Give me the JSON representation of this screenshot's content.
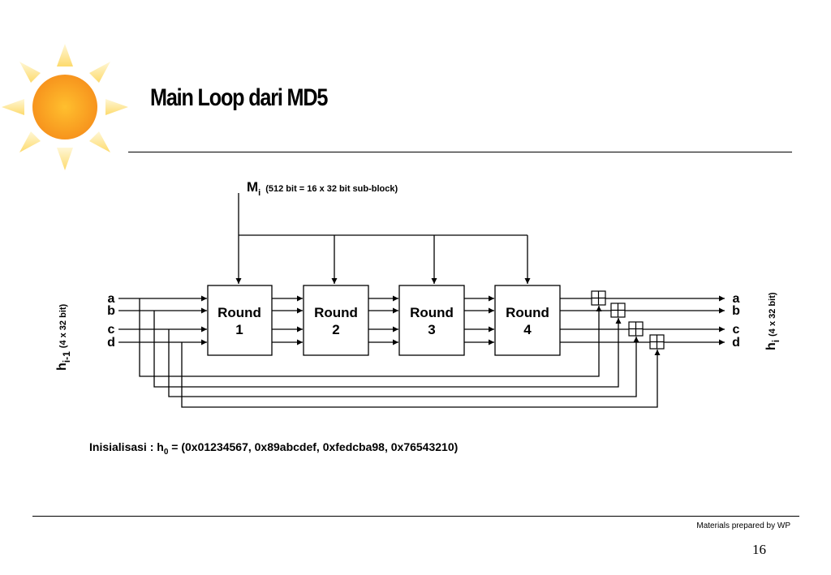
{
  "slide": {
    "title": "Main Loop dari MD5",
    "footer_note": "Materials prepared by WP",
    "page_number": "16",
    "init_label": "Inisialisasi : h",
    "init_sub": "0",
    "init_value": " = (0x01234567, 0x89abcdef, 0xfedcba98, 0x76543210)"
  },
  "diagram": {
    "message": {
      "main": "M",
      "sub": "i",
      "note": "(512 bit = 16 x 32 bit sub-block)"
    },
    "input_label": {
      "main": "h",
      "sub": "i-1",
      "note": "(4 x 32 bit)"
    },
    "output_label": {
      "main": "h",
      "sub": "i",
      "note": "(4 x 32 bit)"
    },
    "registers": [
      "a",
      "b",
      "c",
      "d"
    ],
    "rounds": [
      {
        "line1": "Round",
        "line2": "1"
      },
      {
        "line1": "Round",
        "line2": "2"
      },
      {
        "line1": "Round",
        "line2": "3"
      },
      {
        "line1": "Round",
        "line2": "4"
      }
    ]
  },
  "colors": {
    "sun_core": "#f9a21a",
    "sun_rays": "#fde68a",
    "line": "#000000"
  }
}
